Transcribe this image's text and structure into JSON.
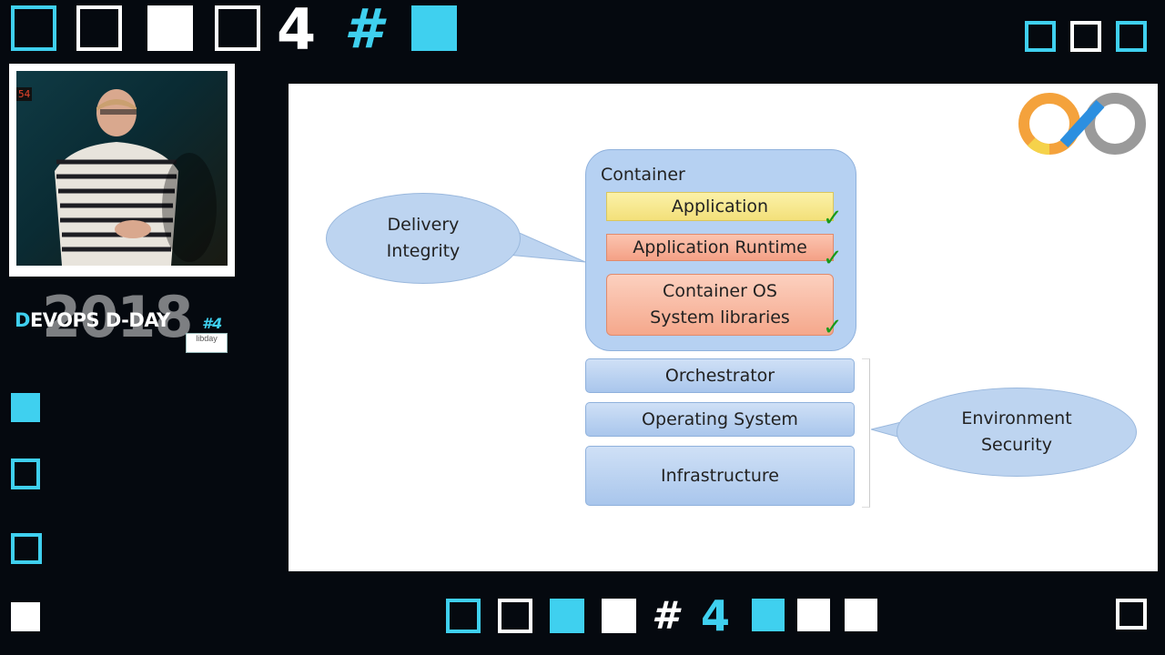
{
  "top_decor": {
    "digit": "4",
    "hash": "#"
  },
  "bottom_decor": {
    "digit": "4",
    "hash": "#"
  },
  "video": {
    "counter": "54"
  },
  "brand": {
    "year": "2018",
    "title_first": "D",
    "title_rest": "EVOPS D-DAY",
    "hash_number": "#4",
    "logo_text": "libday"
  },
  "slide": {
    "delivery_line1": "Delivery",
    "delivery_line2": "Integrity",
    "container_label": "Container",
    "layers": {
      "application": "Application",
      "runtime": "Application Runtime",
      "os_line1": "Container OS",
      "os_line2": "System libraries"
    },
    "stack": {
      "orchestrator": "Orchestrator",
      "operating_system": "Operating System",
      "infrastructure": "Infrastructure"
    },
    "env_line1": "Environment",
    "env_line2": "Security",
    "check_glyph": "✓"
  },
  "colors": {
    "accent_cyan": "#3fd0ef",
    "application": "#f8e98a",
    "runtime": "#f6a48a",
    "container_os": "#f8b49c",
    "ellipse": "#bdd4f0"
  }
}
